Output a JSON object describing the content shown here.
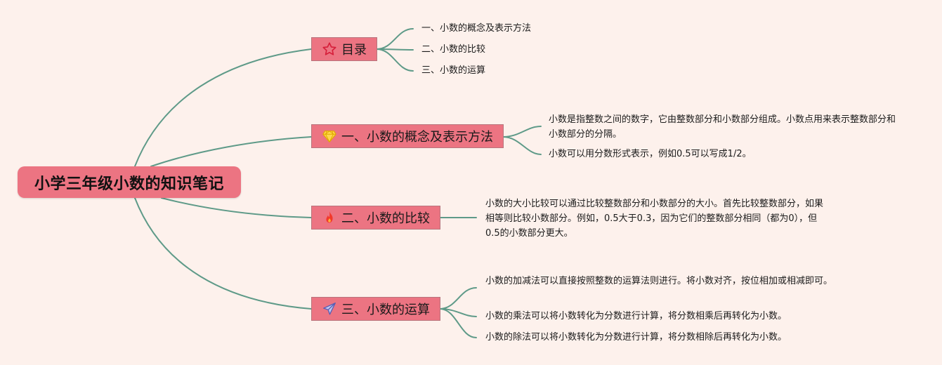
{
  "root": {
    "title": "小学三年级小数的知识笔记"
  },
  "branches": [
    {
      "id": "toc",
      "icon": "star-icon",
      "label": "目录",
      "items": [
        "一、小数的概念及表示方法",
        "二、小数的比较",
        "三、小数的运算"
      ]
    },
    {
      "id": "concept",
      "icon": "diamond-icon",
      "label": "一、小数的概念及表示方法",
      "items": [
        "小数是指整数之间的数字，它由整数部分和小数部分组成。小数点用来表示整数部分和小数部分的分隔。",
        "小数可以用分数形式表示，例如0.5可以写成1/2。"
      ]
    },
    {
      "id": "compare",
      "icon": "fire-icon",
      "label": "二、小数的比较",
      "items": [
        "小数的大小比较可以通过比较整数部分和小数部分的大小。首先比较整数部分，如果相等则比较小数部分。例如，0.5大于0.3，因为它们的整数部分相同（都为0），但0.5的小数部分更大。"
      ]
    },
    {
      "id": "operations",
      "icon": "paper-plane-icon",
      "label": "三、小数的运算",
      "items": [
        "小数的加减法可以直接按照整数的运算法则进行。将小数对齐，按位相加或相减即可。",
        "小数的乘法可以将小数转化为分数进行计算，将分数相乘后再转化为小数。",
        "小数的除法可以将小数转化为分数进行计算，将分数相除后再转化为小数。"
      ]
    }
  ],
  "colors": {
    "background": "#fdf1ec",
    "node_fill": "#ec7482",
    "connector": "#5e9a88"
  }
}
